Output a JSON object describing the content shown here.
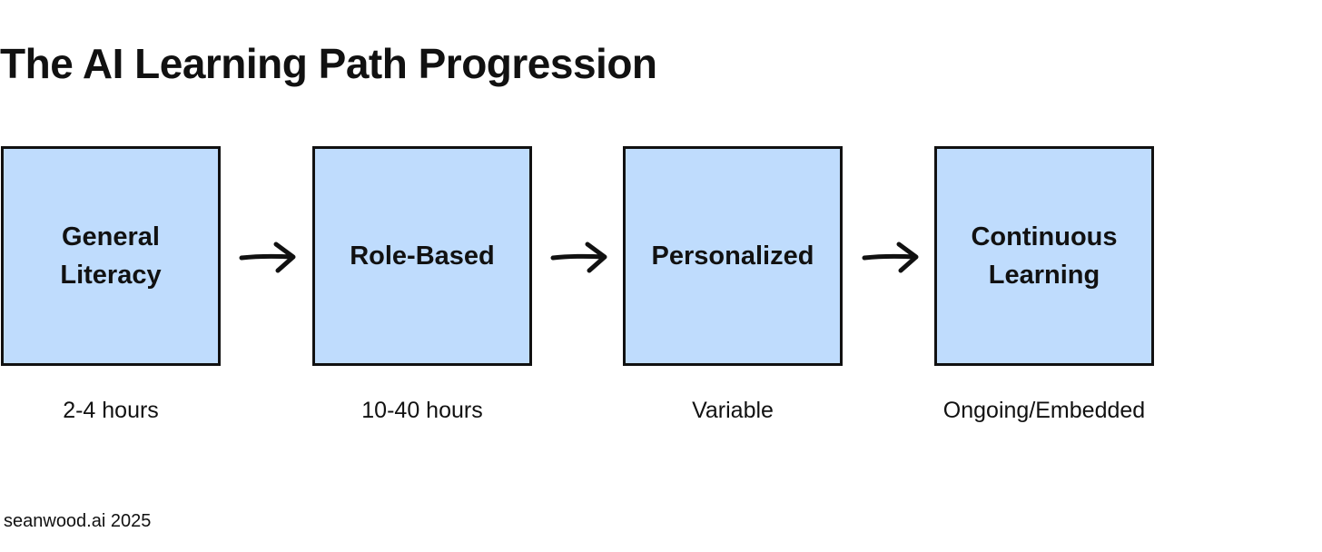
{
  "title": "The AI Learning Path Progression",
  "colors": {
    "box_fill": "#bfdcfd",
    "border": "#111111",
    "text": "#111111",
    "background": "#ffffff"
  },
  "stages": [
    {
      "label": "General\nLiteracy",
      "duration": "2-4 hours"
    },
    {
      "label": "Role-Based",
      "duration": "10-40 hours"
    },
    {
      "label": "Personalized",
      "duration": "Variable"
    },
    {
      "label": "Continuous\nLearning",
      "duration": "Ongoing/Embedded"
    }
  ],
  "connector_icon": "right-arrow-icon",
  "footer": "seanwood.ai 2025"
}
